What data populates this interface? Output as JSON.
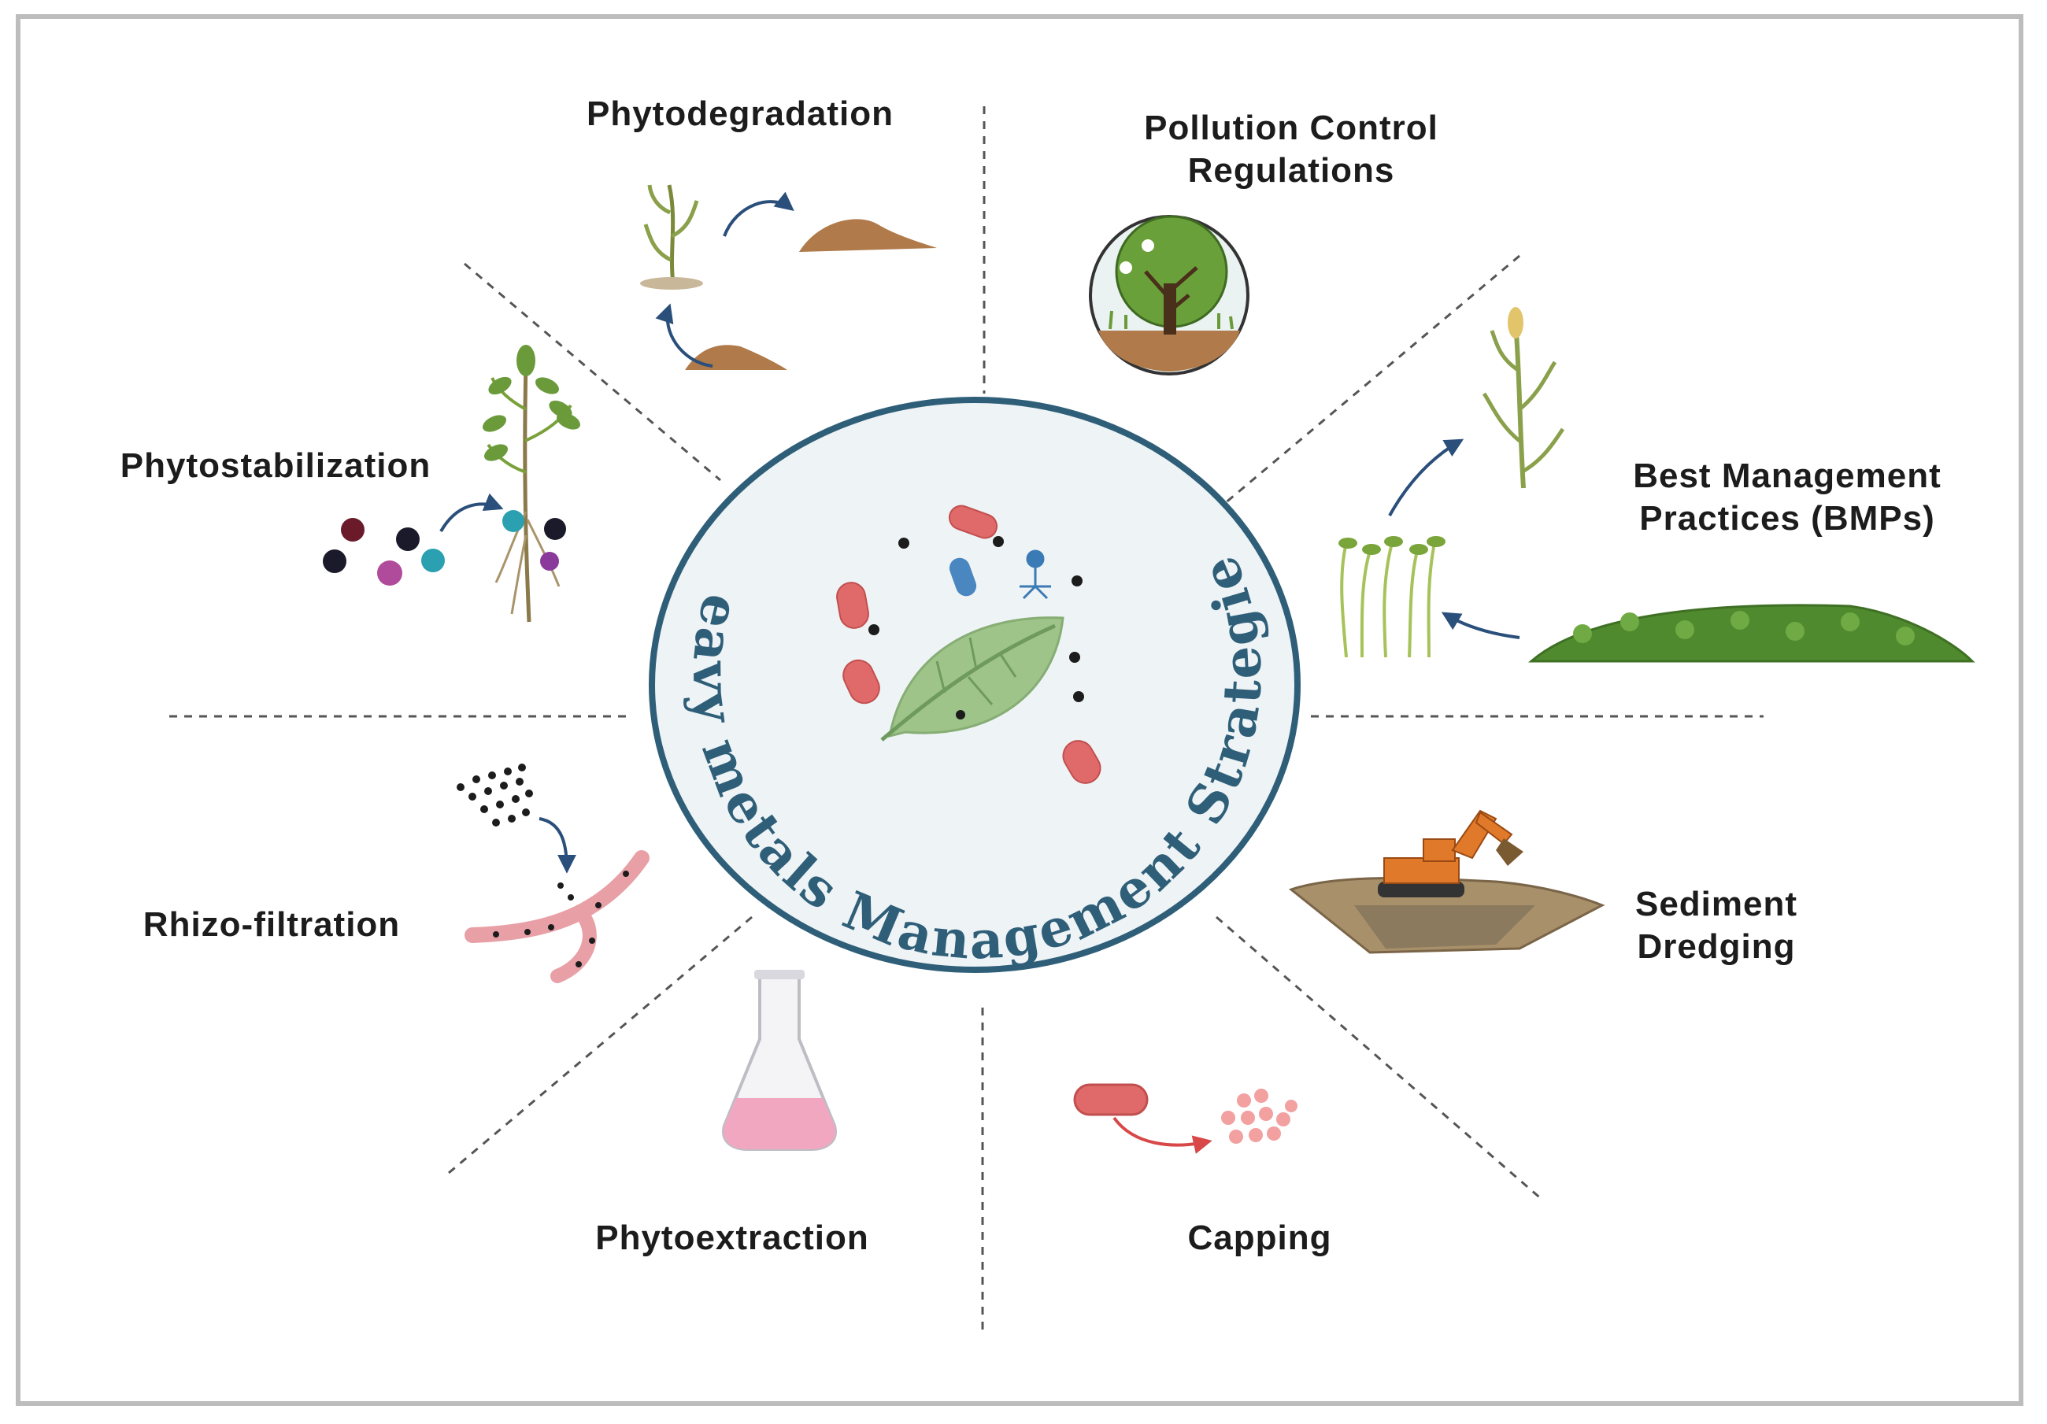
{
  "center": {
    "title": "Heavy metals Management Strategies"
  },
  "strategies": [
    {
      "id": "phytodegradation",
      "lines": [
        "Phytodegradation"
      ],
      "icon": "plant-soil-cycle-icon"
    },
    {
      "id": "pollution-control",
      "lines": [
        "Pollution Control",
        "Regulations"
      ],
      "icon": "tree-icon"
    },
    {
      "id": "bmps",
      "lines": [
        "Best Management",
        "Practices (BMPs)"
      ],
      "icon": "crop-growth-icon"
    },
    {
      "id": "sediment-dredging",
      "lines": [
        "Sediment",
        "Dredging"
      ],
      "icon": "excavator-icon"
    },
    {
      "id": "capping",
      "lines": [
        "Capping"
      ],
      "icon": "bacteria-particles-icon"
    },
    {
      "id": "phytoextraction",
      "lines": [
        "Phytoextraction"
      ],
      "icon": "flask-icon"
    },
    {
      "id": "rhizo-filtration",
      "lines": [
        "Rhizo-filtration"
      ],
      "icon": "root-filtration-icon"
    },
    {
      "id": "phytostabilization",
      "lines": [
        "Phytostabilization"
      ],
      "icon": "plant-metals-icon"
    }
  ],
  "colors": {
    "title": "#2f5f78",
    "circle_stroke": "#2f5f78",
    "circle_fill": "#eef3f6",
    "divider": "#555555",
    "arrow": "#2a4f7a",
    "leaf": "#9ec48a",
    "bacteria": "#e06a6a",
    "soil": "#b07a4a",
    "plant": "#6a9a3a",
    "flask_liquid": "#f2a7c0"
  }
}
